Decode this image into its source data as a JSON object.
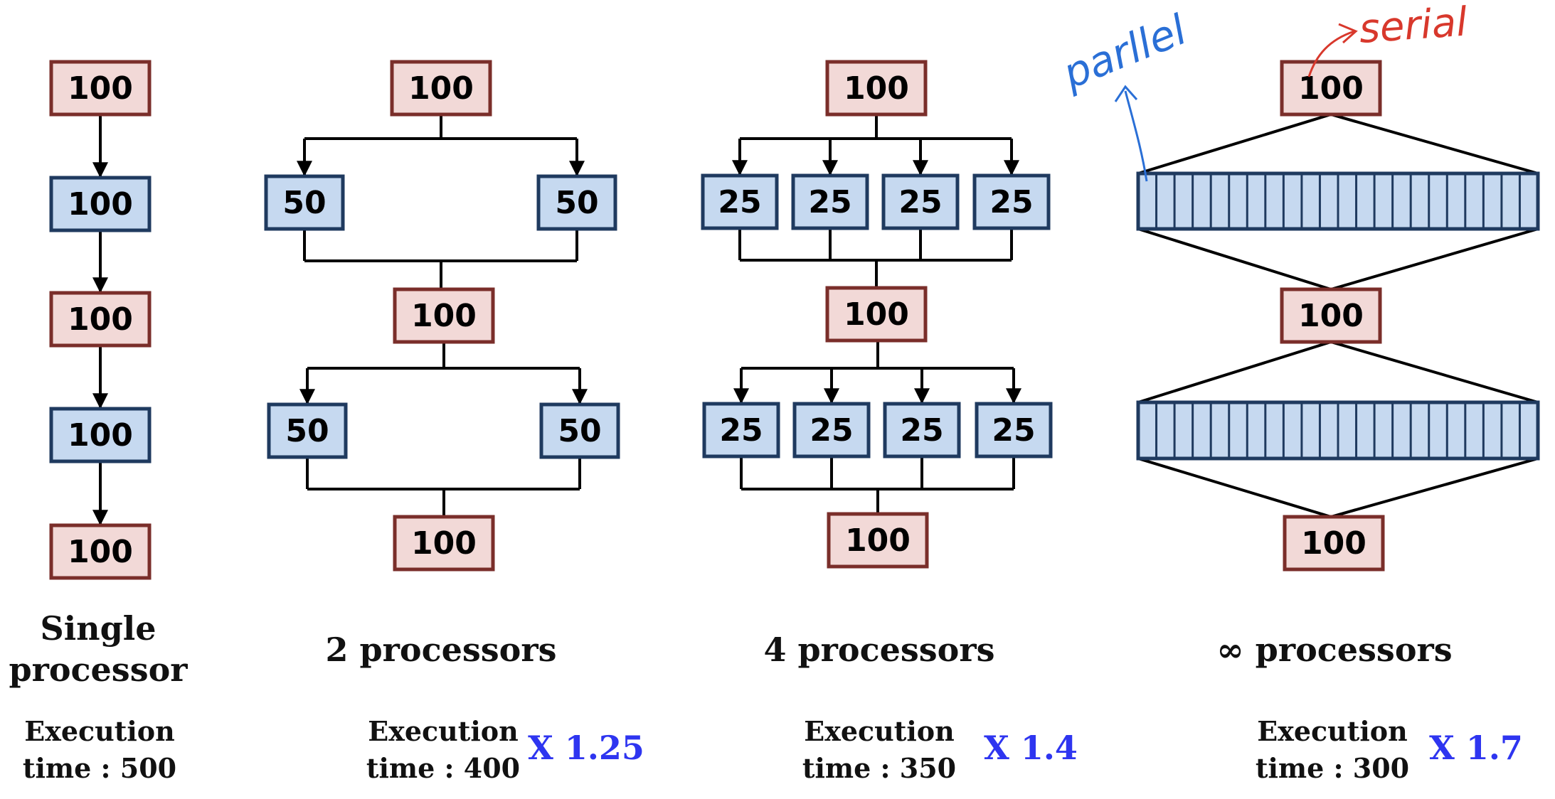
{
  "colors": {
    "serial_fill": "#f2d9d7",
    "serial_stroke": "#7a2e2a",
    "parallel_fill": "#c6d9f0",
    "parallel_stroke": "#1f3a5f",
    "speedup": "#2e35f0",
    "annotation_parallel": "#2a6fd6",
    "annotation_serial": "#d8382c"
  },
  "annotations": {
    "parallel": "parllel",
    "serial": "serial"
  },
  "columns": [
    {
      "id": "single",
      "caption_lines": [
        "Single",
        "processor"
      ],
      "execution_lines": [
        "Execution",
        "time : 500"
      ],
      "speedup": "",
      "serial_value": "100",
      "parallel_value": "100"
    },
    {
      "id": "two",
      "caption_lines": [
        "2  processors"
      ],
      "execution_lines": [
        "Execution",
        "time : 400"
      ],
      "speedup": "X 1.25",
      "serial_value": "100",
      "parallel_value": "50"
    },
    {
      "id": "four",
      "caption_lines": [
        "4  processors"
      ],
      "execution_lines": [
        "Execution",
        "time : 350"
      ],
      "speedup": "X 1.4",
      "serial_value": "100",
      "parallel_value": "25"
    },
    {
      "id": "infinite",
      "caption_lines": [
        "∞  processors"
      ],
      "execution_lines": [
        "Execution",
        "time : 300"
      ],
      "speedup": "X 1.7",
      "serial_value": "100",
      "parallel_value": ""
    }
  ]
}
